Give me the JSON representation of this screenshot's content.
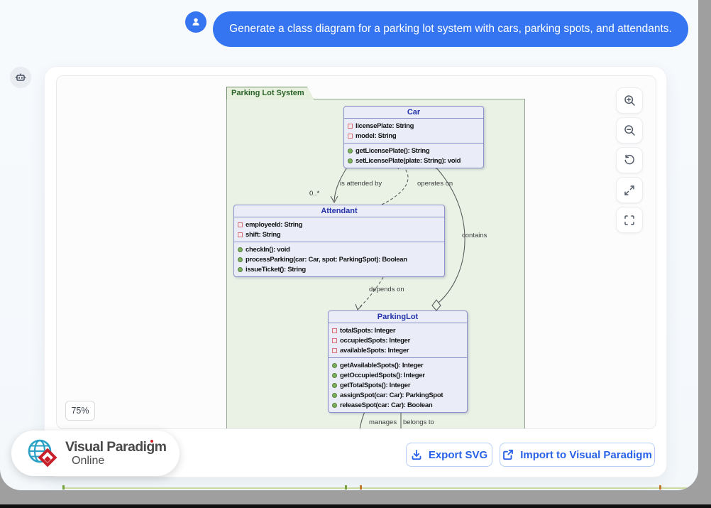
{
  "chat": {
    "user_avatar_icon": "person-icon",
    "assistant_avatar_icon": "robot-icon",
    "user_message": "Generate a class diagram for a parking lot system with cars, parking spots, and attendants."
  },
  "diagram": {
    "frame_title": "Parking Lot System",
    "classes": [
      {
        "name": "Car",
        "attributes": [
          "licensePlate: String",
          "model: String"
        ],
        "methods": [
          "getLicensePlate(): String",
          "setLicensePlate(plate: String): void"
        ]
      },
      {
        "name": "Attendant",
        "attributes": [
          "employeeId: String",
          "shift: String"
        ],
        "methods": [
          "checkIn(): void",
          "processParking(car: Car, spot: ParkingSpot): Boolean",
          "issueTicket(): String"
        ]
      },
      {
        "name": "ParkingLot",
        "attributes": [
          "totalSpots: Integer",
          "occupiedSpots: Integer",
          "availableSpots: Integer"
        ],
        "methods": [
          "getAvailableSpots(): Integer",
          "getOccupiedSpots(): Integer",
          "getTotalSpots(): Integer",
          "assignSpot(car: Car): ParkingSpot",
          "releaseSpot(car: Car): Boolean"
        ]
      }
    ],
    "edge_labels": {
      "is_attended_by": "is attended by",
      "operates_on": "operates on",
      "contains": "contains",
      "depends_on": "depends on",
      "manages": "manages",
      "belongs_to": "belongs to"
    },
    "multiplicities": {
      "attendant_end": "0..*",
      "car_end": "*"
    }
  },
  "viewer": {
    "zoom_level": "75%",
    "toolbar_icons": [
      "zoom-in-icon",
      "zoom-out-icon",
      "reset-view-icon",
      "expand-icon",
      "fullscreen-icon"
    ]
  },
  "footer": {
    "logo_title": "Visual Paradigm",
    "logo_subtitle": "Online",
    "export_svg_label": "Export SVG",
    "import_label": "Import to Visual Paradigm"
  },
  "colors": {
    "user_bubble": "#3575f1",
    "desktop_gray": "#9f9f9f",
    "frame_fill": "#eaf2e6",
    "frame_title_text": "#2c642c",
    "class_fill": "#eaecf8",
    "class_border": "#8b91c7",
    "class_title_text": "#2433ac",
    "attribute_icon_color": "#d4737d",
    "method_icon_color": "#7db25e",
    "action_blue": "#2962e8"
  }
}
